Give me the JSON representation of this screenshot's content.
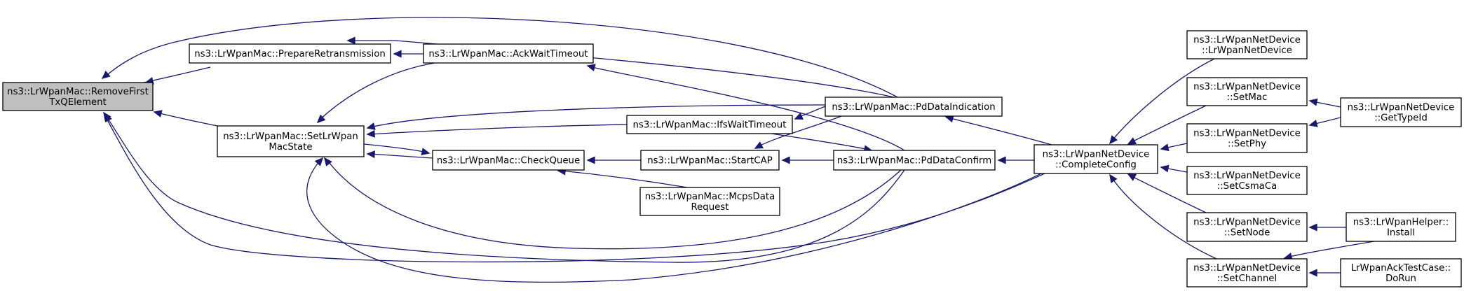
{
  "diagram": {
    "background_color": "#ffffff",
    "node_fill": "#ffffff",
    "root_fill": "#bfbfbf",
    "edge_color": "#191970",
    "nodes": [
      {
        "id": "remove_first",
        "lines": [
          "ns3::LrWpanMac::RemoveFirst",
          "TxQElement"
        ],
        "root": true
      },
      {
        "id": "prepare_retx",
        "lines": [
          "ns3::LrWpanMac::PrepareRetransmission"
        ]
      },
      {
        "id": "set_state",
        "lines": [
          "ns3::LrWpanMac::SetLrWpan",
          "MacState"
        ]
      },
      {
        "id": "ack_wait",
        "lines": [
          "ns3::LrWpanMac::AckWaitTimeout"
        ]
      },
      {
        "id": "ifs_wait",
        "lines": [
          "ns3::LrWpanMac::IfsWaitTimeout"
        ]
      },
      {
        "id": "check_queue",
        "lines": [
          "ns3::LrWpanMac::CheckQueue"
        ]
      },
      {
        "id": "start_cap",
        "lines": [
          "ns3::LrWpanMac::StartCAP"
        ]
      },
      {
        "id": "mcps_request",
        "lines": [
          "ns3::LrWpanMac::McpsData",
          "Request"
        ]
      },
      {
        "id": "pd_indication",
        "lines": [
          "ns3::LrWpanMac::PdDataIndication"
        ]
      },
      {
        "id": "pd_confirm",
        "lines": [
          "ns3::LrWpanMac::PdDataConfirm"
        ]
      },
      {
        "id": "complete_config",
        "lines": [
          "ns3::LrWpanNetDevice",
          "::CompleteConfig"
        ]
      },
      {
        "id": "ctor",
        "lines": [
          "ns3::LrWpanNetDevice",
          "::LrWpanNetDevice"
        ]
      },
      {
        "id": "set_mac",
        "lines": [
          "ns3::LrWpanNetDevice",
          "::SetMac"
        ]
      },
      {
        "id": "set_phy",
        "lines": [
          "ns3::LrWpanNetDevice",
          "::SetPhy"
        ]
      },
      {
        "id": "set_csma",
        "lines": [
          "ns3::LrWpanNetDevice",
          "::SetCsmaCa"
        ]
      },
      {
        "id": "set_node",
        "lines": [
          "ns3::LrWpanNetDevice",
          "::SetNode"
        ]
      },
      {
        "id": "set_channel",
        "lines": [
          "ns3::LrWpanNetDevice",
          "::SetChannel"
        ]
      },
      {
        "id": "get_type_id",
        "lines": [
          "ns3::LrWpanNetDevice",
          "::GetTypeId"
        ]
      },
      {
        "id": "helper_install",
        "lines": [
          "ns3::LrWpanHelper::",
          "Install"
        ]
      },
      {
        "id": "ack_test_dorun",
        "lines": [
          "LrWpanAckTestCase::",
          "DoRun"
        ]
      }
    ],
    "edges": [
      {
        "from": "prepare_retx",
        "to": "remove_first"
      },
      {
        "from": "set_state",
        "to": "remove_first"
      },
      {
        "from": "pd_indication",
        "to": "remove_first"
      },
      {
        "from": "pd_confirm",
        "to": "remove_first"
      },
      {
        "from": "complete_config",
        "to": "remove_first"
      },
      {
        "from": "ack_wait",
        "to": "prepare_retx"
      },
      {
        "from": "pd_indication",
        "to": "prepare_retx"
      },
      {
        "from": "ack_wait",
        "to": "set_state"
      },
      {
        "from": "ifs_wait",
        "to": "set_state"
      },
      {
        "from": "check_queue",
        "to": "set_state"
      },
      {
        "from": "pd_indication",
        "to": "set_state"
      },
      {
        "from": "pd_confirm",
        "to": "set_state"
      },
      {
        "from": "complete_config",
        "to": "set_state"
      },
      {
        "from": "pd_confirm",
        "to": "ack_wait"
      },
      {
        "from": "pd_indication",
        "to": "ifs_wait"
      },
      {
        "from": "set_state",
        "to": "check_queue"
      },
      {
        "from": "start_cap",
        "to": "check_queue"
      },
      {
        "from": "mcps_request",
        "to": "check_queue"
      },
      {
        "from": "pd_indication",
        "to": "start_cap"
      },
      {
        "from": "ifs_wait",
        "to": "pd_confirm"
      },
      {
        "from": "pd_confirm",
        "to": "start_cap"
      },
      {
        "from": "complete_config",
        "to": "pd_indication"
      },
      {
        "from": "complete_config",
        "to": "pd_confirm"
      },
      {
        "from": "ctor",
        "to": "complete_config"
      },
      {
        "from": "set_mac",
        "to": "complete_config"
      },
      {
        "from": "set_phy",
        "to": "complete_config"
      },
      {
        "from": "set_csma",
        "to": "complete_config"
      },
      {
        "from": "set_node",
        "to": "complete_config"
      },
      {
        "from": "set_channel",
        "to": "complete_config"
      },
      {
        "from": "get_type_id",
        "to": "set_mac"
      },
      {
        "from": "get_type_id",
        "to": "set_phy"
      },
      {
        "from": "helper_install",
        "to": "set_node"
      },
      {
        "from": "helper_install",
        "to": "set_channel"
      },
      {
        "from": "ack_test_dorun",
        "to": "set_channel"
      }
    ]
  }
}
